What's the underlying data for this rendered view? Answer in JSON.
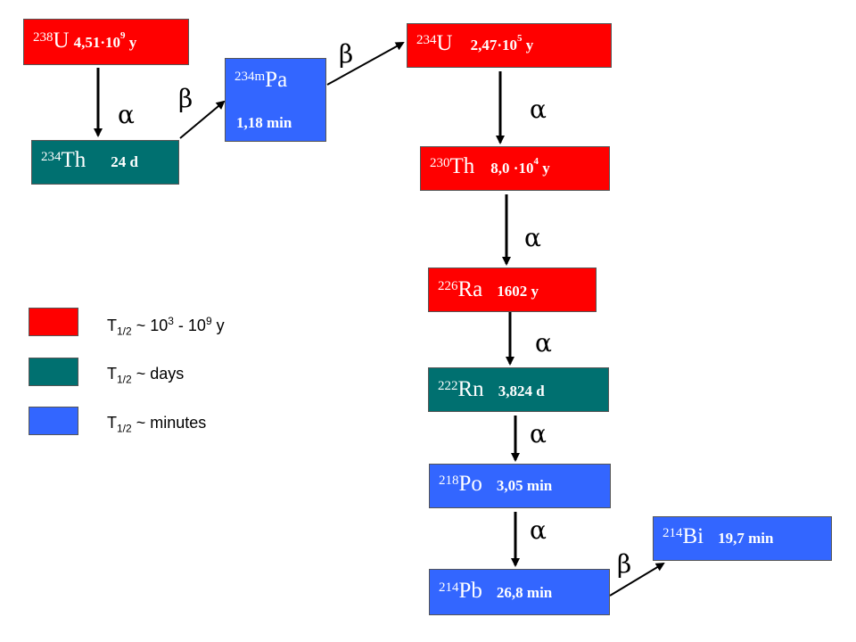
{
  "colors": {
    "long": "#ff0000",
    "days": "#007070",
    "minutes": "#3366ff"
  },
  "nuclides": {
    "u238": {
      "mass": "238",
      "symbol": "U",
      "half_life": "4,51·10",
      "exp": "9",
      "unit": " y"
    },
    "th234": {
      "mass": "234",
      "symbol": "Th",
      "half_life": "24 d"
    },
    "pa234m": {
      "mass": "234m",
      "symbol": "Pa",
      "half_life": "1,18 min"
    },
    "u234": {
      "mass": "234",
      "symbol": "U",
      "half_life": "2,47·10",
      "exp": "5",
      "unit": " y"
    },
    "th230": {
      "mass": "230",
      "symbol": "Th",
      "half_life": "8,0 ·10",
      "exp": "4",
      "unit": " y"
    },
    "ra226": {
      "mass": "226",
      "symbol": "Ra",
      "half_life": "1602 y"
    },
    "rn222": {
      "mass": "222",
      "symbol": "Rn",
      "half_life": "3,824 d"
    },
    "po218": {
      "mass": "218",
      "symbol": "Po",
      "half_life": "3,05 min"
    },
    "bi214": {
      "mass": "214",
      "symbol": "Bi",
      "half_life": "19,7 min"
    },
    "pb214": {
      "mass": "214",
      "symbol": "Pb",
      "half_life": "26,8 min"
    }
  },
  "decays": {
    "alpha": "α",
    "beta": "β"
  },
  "legend": {
    "t_label": "T",
    "t_sub": "1/2",
    "long_text": " ~ 10",
    "long_exp1": "3",
    "long_mid": " - 10",
    "long_exp2": "9",
    "long_unit": " y",
    "days_text": " ~ days",
    "minutes_text": " ~ minutes"
  }
}
